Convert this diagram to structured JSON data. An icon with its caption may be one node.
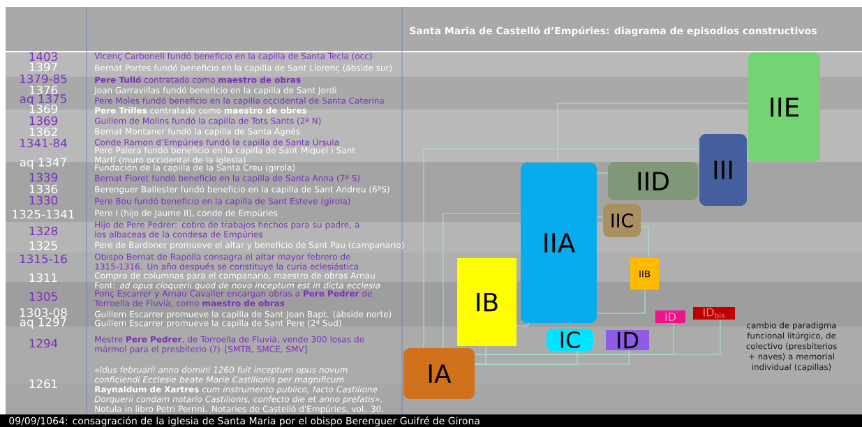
{
  "diagram": {
    "title": "Santa Maria de Castelló d’Empúries: diagrama de episodios constructivos",
    "nodes": [
      {
        "text": [
          "IIE"
        ]
      },
      {
        "text": [
          "III"
        ]
      },
      {
        "text": [
          "IID"
        ]
      },
      {
        "text": [
          "IIA"
        ]
      },
      {
        "text": [
          "IIC"
        ]
      },
      {
        "text": [
          "IIB"
        ]
      },
      {
        "text": [
          "IB"
        ]
      },
      {
        "text": [
          "ID"
        ]
      },
      {
        "text": [
          "ID$_{bis}$"
        ]
      },
      {
        "text": [
          "IC"
        ]
      },
      {
        "text": [
          "ID"
        ]
      },
      {
        "text": [
          "IA"
        ]
      }
    ],
    "edges": [
      {
        "from": 11,
        "to": 6,
        "arrow": "none"
      },
      {
        "from": 11,
        "to": 9,
        "arrow": "none"
      },
      {
        "from": 11,
        "to": 10,
        "arrow": "none"
      },
      {
        "from": 11,
        "to": 7,
        "arrow": "none"
      },
      {
        "from": 11,
        "to": 8,
        "arrow": "none"
      },
      {
        "from": 11,
        "to": 1,
        "arrow": "none"
      },
      {
        "from": 11,
        "to": 3,
        "arrow": "none"
      },
      {
        "from": 3,
        "to": 0,
        "arrow": "none"
      },
      {
        "from": 3,
        "to": 2,
        "arrow": "none"
      },
      {
        "from": 3,
        "to": 4,
        "arrow": "none"
      },
      {
        "from": 4,
        "to": 5,
        "arrow": "none"
      },
      {
        "from": 5,
        "to": 3,
        "arrow": "none"
      },
      {
        "from": 6,
        "to": 3,
        "arrow": "none"
      }
    ],
    "labels": [
      "1403",
      "Vicenç Carbonell fundó beneficio en la capilla de Santa Tecla (occ)",
      "1397",
      "Bernat Portes fundó beneficio en la capilla de Sant Llorenç (ábside sur)",
      "1379-85",
      "**Pere Tulló** contratado como **maestro de obras**",
      "1376",
      "Joan Garravillas fundó beneficio en la capilla de Sant Jordi",
      "aq 1375",
      "Pere Moles fundó beneficio en la capilla occidental de Santa Caterina",
      "1369",
      "**Pere Trilles** contratado como **maestro de obres**",
      "1369",
      "Guillem de Molins fundó la capilla de Tots Sants (2ª N)",
      "1362",
      "Bernat Montaner fundó la capilla de Santa Agnès",
      "1341-84",
      "Conde Ramon d’Empúries fundó la capilla de Santa Úrsula",
      "aq 1347",
      "Pere Palera fundó beneficio en la capilla de Sant Miquel i Sant Martí (muro occidental de la iglesia)",
      "Fundación de la capilla de la Santa Creu (girola)",
      "1339",
      "Bernat Floret fundó beneficio en la capilla de Santa Anna (7ª S)",
      "1336",
      "Berenguer Ballester fundó beneficio en la capilla de Sant Andreu (6ªS)",
      "1330",
      "Pere Bou fundó beneficio en la capilla de Sant Esteve (girola)",
      "1325-1341",
      "Pere I (hijo de Jaume II), conde de Empúries",
      "1328",
      "Hijo de Pere Pedrer: cobro de trabajos hechos para su padre, a los albaceas de la condesa de Empúries",
      "1325",
      "Pere de Bardoner promueve el altar y beneficio de Sant Pau (campanario)",
      "1315-16",
      "Obispo Bernat de Rapolla consagra el altar mayor febrero de 1315-1316. Un año después se constituye la curia eclesiástica",
      "1311",
      "Compra de columnas para el campanario, maestro de obras Arnau Font: *ad opus cloquerii quod de novo inceptum est in dicta ecclesia*",
      "1305",
      "Ponç Escarrer y Arnau Cavaller encargan obras a **Pere Pedrer** de Torroella de Fluvià, como **maestro de obras**",
      "1303-08",
      "Guillem Escarrer promueve la capilla de Sant Joan Bapt. (ábside norte)",
      "aq 1297",
      "Guillem Escarrer promueve la capilla de Sant Pere (2ª Sud)",
      "1294",
      "Mestre **Pere Pedrer**, de Torroella de Fluvià, vende 300 losas de mármol para el presbiterio (?) [SMTB, SMCE, SMV]",
      "1261",
      "*«Idus februarii anno domini 1260 fuit inceptum opus novum conficiendi Ecclesie beate Marie Castilionis per magnificum* **Raynaldum de Xartres** *cum instrumento publico, facto Castilione Dorquerii condam notario Castilionis, confecto die et anno prefatis»*. Notula in libro Petri Perrini. Notaries de Castelló d'Empúries, vol. 30.",
      "cambio de paradigma funcional litúrgico, de colectivo (presbiterios + naves) a memorial individual (capillas)",
      "09/09/1064: consagración de la iglesia de Santa Maria por el obispo Berenguer Guifré de Girona"
    ]
  }
}
